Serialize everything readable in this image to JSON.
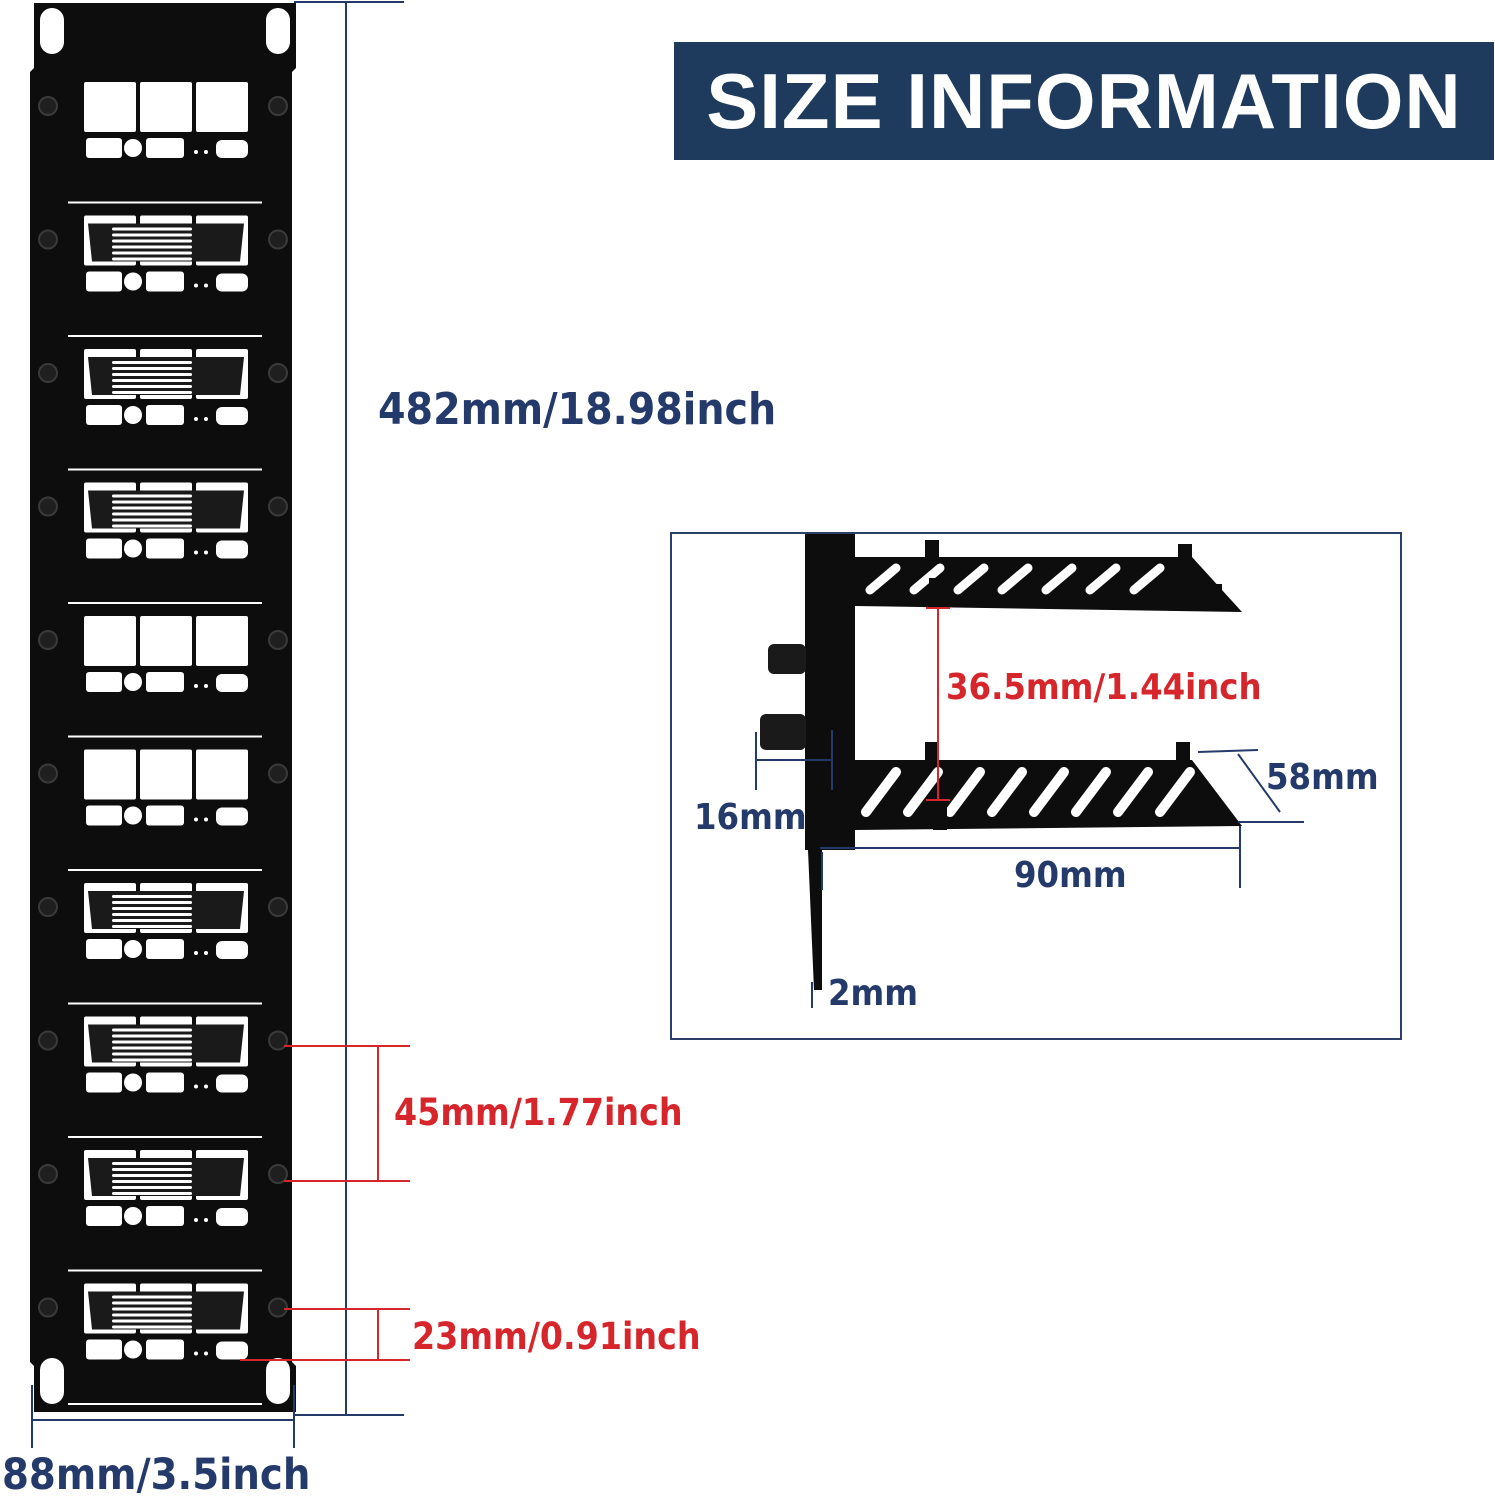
{
  "banner": {
    "title": "SIZE INFORMATION",
    "bg_color": "#1e3a5c",
    "text_color": "#ffffff"
  },
  "panel": {
    "color": "#0d0d0d",
    "slot_count": 10,
    "dimensions": {
      "length": "482mm/18.98inch",
      "slot_pitch": "45mm/1.77inch",
      "slot_height": "23mm/0.91inch",
      "width": "88mm/3.5inch"
    }
  },
  "tray_detail": {
    "dimensions": {
      "gap": "36.5mm/1.44inch",
      "depth": "58mm",
      "offset": "16mm",
      "length": "90mm",
      "thickness": "2mm"
    }
  },
  "colors": {
    "dimension_blue": "#243a6b",
    "highlight_red": "#d6262c"
  }
}
